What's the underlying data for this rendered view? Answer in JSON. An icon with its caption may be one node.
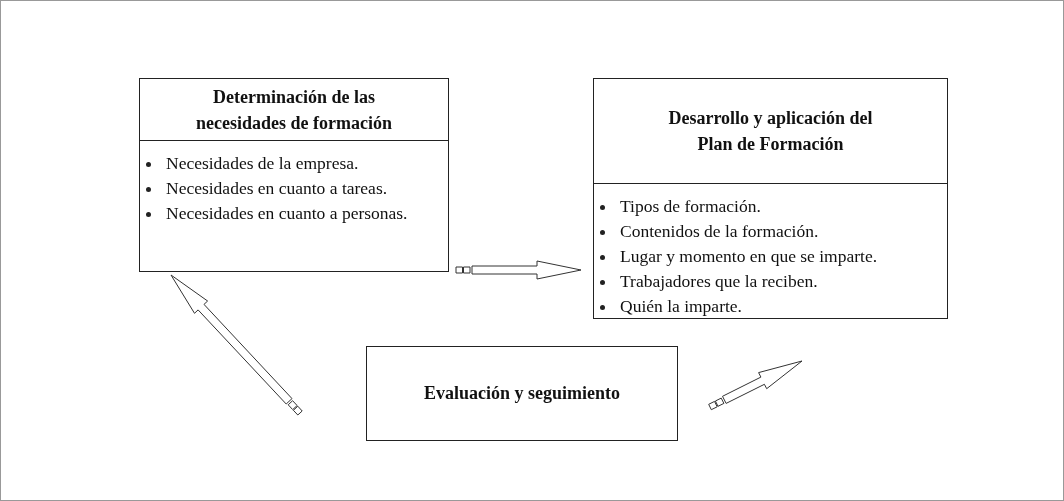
{
  "diagram": {
    "nodes": [
      {
        "text": [
          "Determinación de las necesidades de formación",
          "Necesidades de la empresa.",
          "Necesidades en cuanto a tareas.",
          "Necesidades en cuanto a personas."
        ]
      },
      {
        "text": [
          "Desarrollo y aplicación del Plan de Formación",
          "Tipos de formación.",
          "Contenidos de la formación.",
          "Lugar y momento en que se imparte.",
          "Trabajadores que la reciben.",
          "Quién la imparte."
        ]
      },
      {
        "text": [
          "Evaluación y seguimiento"
        ]
      }
    ],
    "edges": [
      {
        "from": 0,
        "to": 1,
        "arrow": "to"
      },
      {
        "from": 2,
        "to": 0,
        "arrow": "to"
      },
      {
        "from": 2,
        "to": 1,
        "arrow": "to"
      }
    ]
  }
}
